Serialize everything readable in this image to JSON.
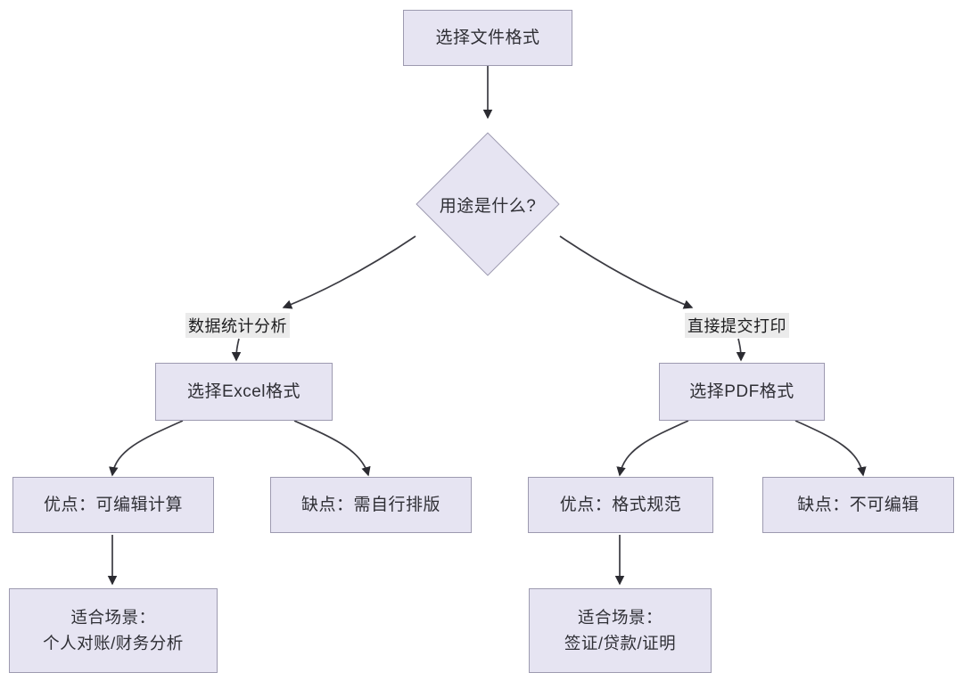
{
  "diagram": {
    "type": "flowchart",
    "title_text": "选择文件格式",
    "orientation": "top-down",
    "theme": {
      "node_fill": "#e6e4f2",
      "node_border": "#9d9ab0",
      "edge_stroke": "#3b3b42",
      "text_color": "#2f2f35",
      "edge_label_bg": "#ebebeb",
      "canvas_bg": "#ffffff"
    },
    "nodes": {
      "start": {
        "label": "选择文件格式",
        "shape": "rect"
      },
      "decision": {
        "label": "用途是什么?",
        "shape": "diamond"
      },
      "excel": {
        "label": "选择Excel格式",
        "shape": "rect"
      },
      "pdf": {
        "label": "选择PDF格式",
        "shape": "rect"
      },
      "excel_pro": {
        "label": "优点：可编辑计算",
        "shape": "rect"
      },
      "excel_con": {
        "label": "缺点：需自行排版",
        "shape": "rect"
      },
      "pdf_pro": {
        "label": "优点：格式规范",
        "shape": "rect"
      },
      "pdf_con": {
        "label": "缺点：不可编辑",
        "shape": "rect"
      },
      "excel_use": {
        "label": "适合场景：\n个人对账/财务分析",
        "shape": "rect"
      },
      "pdf_use": {
        "label": "适合场景：\n签证/贷款/证明",
        "shape": "rect"
      }
    },
    "edge_labels": {
      "to_excel": "数据统计分析",
      "to_pdf": "直接提交打印"
    }
  }
}
